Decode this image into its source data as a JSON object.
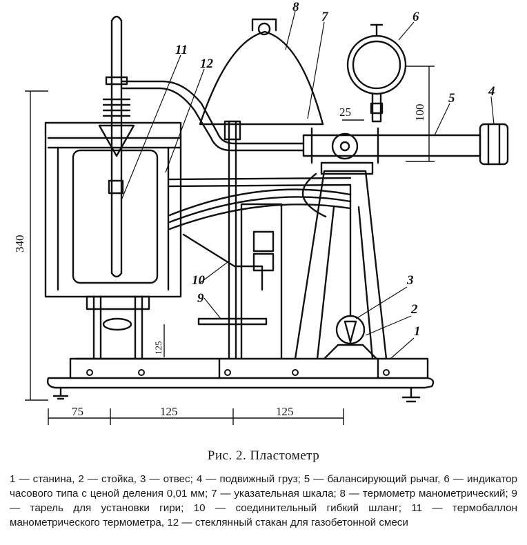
{
  "figure": {
    "caption": "Рис. 2. Пластометр",
    "legend": "1 — станина, 2 — стойка, 3 — отвес; 4 — подвижный груз; 5 — балансирующий рычаг, 6 — индикатор часового типа с ценой деления 0,01 мм; 7 — указательная шкала; 8 — термометр манометрический; 9 — тарель для установки гири; 10 — соединительный гибкий шланг; 11 — термобаллон манометрического термометра, 12 — стеклянный стакан для газобетонной смеси"
  },
  "callouts": [
    "1",
    "2",
    "3",
    "4",
    "5",
    "6",
    "7",
    "8",
    "9",
    "10",
    "11",
    "12"
  ],
  "dimensions": {
    "height_total": "340",
    "dial_offset": "100",
    "plumb_offset": "25",
    "base_gap": "125",
    "bottom_left": "75",
    "bottom_mid": "125",
    "bottom_right": "125"
  }
}
